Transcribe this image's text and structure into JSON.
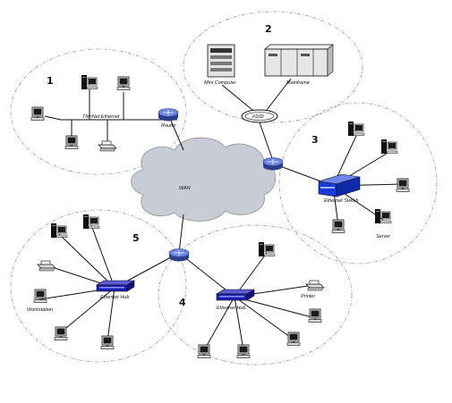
{
  "zones": [
    "1",
    "2",
    "3",
    "4",
    "5"
  ],
  "labels": {
    "thinnet": "ThinNet Ethernet",
    "router": "Router",
    "mini_computer": "Mini Computer",
    "mainframe": "Mainframe",
    "fddi": "FDDI",
    "wan": "WAN",
    "switch": "Ethernet Switch",
    "server": "Server",
    "hub5": "Ethernet Hub",
    "hub4": "Ethernet Hub",
    "workstation": "Workstation",
    "printer": "Printer"
  },
  "colors": {
    "router": "#4a5fc0",
    "switch": "#1a3ad8",
    "hub": "#1d1db0",
    "cloud": "#c8ccd4",
    "zone_border": "#9a9a9a"
  }
}
